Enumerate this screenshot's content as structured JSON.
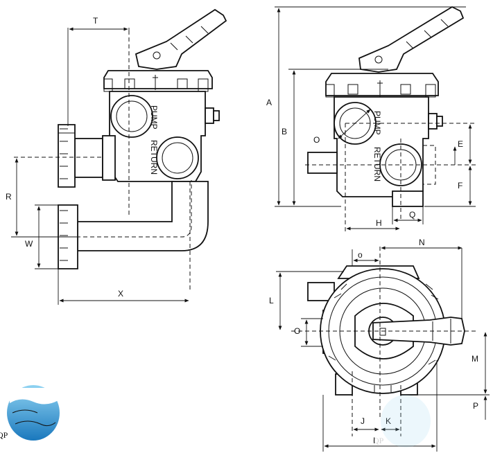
{
  "labels": {
    "T": "T",
    "R": "R",
    "W": "W",
    "X": "X",
    "A": "A",
    "B": "B",
    "O_side": "O",
    "E": "E",
    "F": "F",
    "H": "H",
    "Q": "Q",
    "N": "N",
    "o_top": "o",
    "L": "L",
    "O_top": "O",
    "M": "M",
    "P": "P",
    "J": "J",
    "K": "K",
    "I": "I"
  },
  "port_text": {
    "pump": "PUMP",
    "return": "RETURN"
  },
  "logo": {
    "text": "QP",
    "watermark": "QP"
  },
  "colors": {
    "line": "#111111",
    "water_light": "#6fc3ea",
    "water_dark": "#1c7fc0",
    "watermark": "#d8d8d8"
  }
}
